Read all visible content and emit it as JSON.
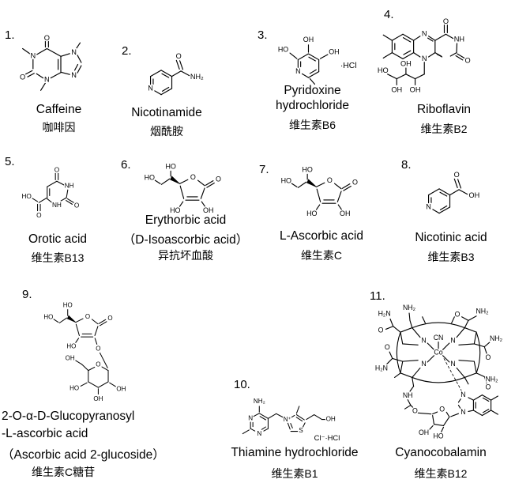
{
  "figure": {
    "background": "#ffffff"
  },
  "atoms": {
    "O": "O",
    "N": "N",
    "NH": "NH",
    "NH2": "NH₂",
    "H2N": "H₂N",
    "HO": "HO",
    "OH": "OH",
    "S": "S",
    "N_plus": "N⁺",
    "Co": "Co",
    "CN": "CN"
  },
  "compounds": [
    {
      "number": "1.",
      "name": "Caffeine",
      "cn": "咖啡因"
    },
    {
      "number": "2.",
      "name": "Nicotinamide",
      "cn": "烟酰胺"
    },
    {
      "number": "3.",
      "name": "Pyridoxine",
      "name2": "hydrochloride",
      "cn": "维生素B6",
      "annotation": "·HCl"
    },
    {
      "number": "4.",
      "name": "Riboflavin",
      "cn": "维生素B2"
    },
    {
      "number": "5.",
      "name": "Orotic acid",
      "cn": "维生素B13"
    },
    {
      "number": "6.",
      "name": "Erythorbic acid",
      "name2": "（D-Isoascorbic acid）",
      "cn": "异抗坏血酸"
    },
    {
      "number": "7.",
      "name": "L-Ascorbic acid",
      "cn": "维生素C"
    },
    {
      "number": "8.",
      "name": "Nicotinic acid",
      "cn": "维生素B3"
    },
    {
      "number": "9.",
      "name": "2-O-α-D-Glucopyranosyl",
      "name2": "-L-ascorbic acid",
      "name3": "（Ascorbic acid 2-glucoside）",
      "cn": "维生素C糖苷"
    },
    {
      "number": "10.",
      "name": "Thiamine hydrochloride",
      "cn": "维生素B1",
      "annotation": "Cl⁻·HCl"
    },
    {
      "number": "11.",
      "name": "Cyanocobalamin",
      "cn": "维生素B12"
    }
  ]
}
